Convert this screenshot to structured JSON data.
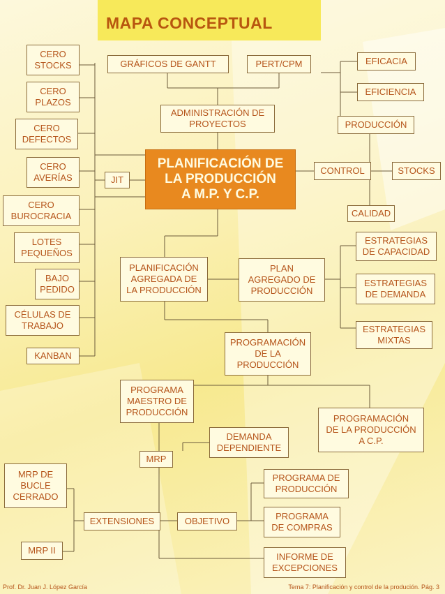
{
  "title": "MAPA CONCEPTUAL",
  "central": "PLANIFICACIÓN DE\nLA PRODUCCIÓN\nA M.P. Y C.P.",
  "boxes": {
    "cero_stocks": "CERO\nSTOCKS",
    "cero_plazos": "CERO\nPLAZOS",
    "cero_defectos": "CERO\nDEFECTOS",
    "cero_averias": "CERO\nAVERÍAS",
    "cero_burocracia": "CERO\nBUROCRACIA",
    "lotes_pequenos": "LOTES\nPEQUEÑOS",
    "bajo_pedido": "BAJO\nPEDIDO",
    "celulas_trabajo": "CÉLULAS DE\nTRABAJO",
    "kanban": "KANBAN",
    "jit": "JIT",
    "gantt": "GRÁFICOS DE GANTT",
    "pert": "PERT/CPM",
    "admin_proyectos": "ADMINISTRACIÓN DE\nPROYECTOS",
    "eficacia": "EFICACIA",
    "eficiencia": "EFICIENCIA",
    "produccion": "PRODUCCIÓN",
    "control": "CONTROL",
    "stocks": "STOCKS",
    "calidad": "CALIDAD",
    "estrategias_capacidad": "ESTRATEGIAS\nDE CAPACIDAD",
    "estrategias_demanda": "ESTRATEGIAS\nDE DEMANDA",
    "estrategias_mixtas": "ESTRATEGIAS\nMIXTAS",
    "planificacion_agregada": "PLANIFICACIÓN\nAGREGADA DE\nLA PRODUCCIÓN",
    "plan_agregado": "PLAN\nAGREGADO DE\nPRODUCCIÓN",
    "programacion_produccion": "PROGRAMACIÓN\nDE LA\nPRODUCCIÓN",
    "programa_maestro": "PROGRAMA\nMAESTRO DE\nPRODUCCIÓN",
    "programacion_cp": "PROGRAMACIÓN\nDE LA PRODUCCIÓN\nA C.P.",
    "demanda_dependiente": "DEMANDA\nDEPENDIENTE",
    "mrp": "MRP",
    "mrp_bucle": "MRP DE\nBUCLE\nCERRADO",
    "extensiones": "EXTENSIONES",
    "objetivo": "OBJETIVO",
    "programa_produccion": "PROGRAMA DE\nPRODUCCIÓN",
    "programa_compras": "PROGRAMA\nDE COMPRAS",
    "informe_excepciones": "INFORME DE\nEXCEPCIONES",
    "mrp_ii": "MRP II"
  },
  "footer": {
    "left": "Prof. Dr. Juan J. López García",
    "right": "Tema 7: Planificación y control de la produción. Pág. 3"
  },
  "colors": {
    "text": "#b5541a",
    "central_fill": "#e8891f",
    "box_fill": "#fffbe0",
    "line": "#6b5a3a",
    "title_band": "#f7e95a"
  }
}
